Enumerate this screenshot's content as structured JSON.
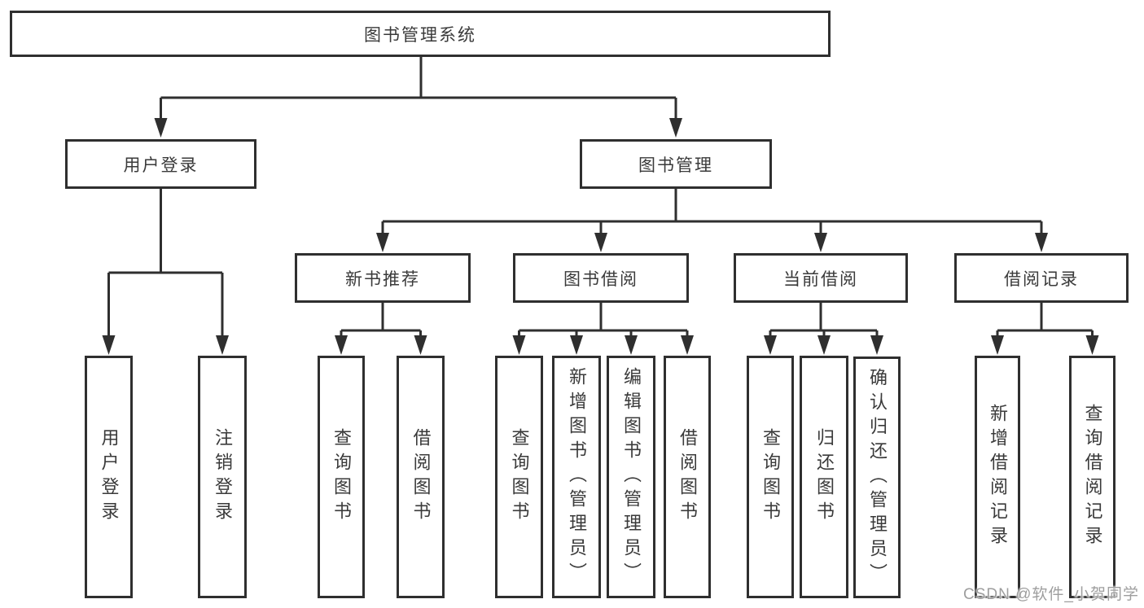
{
  "diagram": {
    "root": {
      "label": "图书管理系统"
    },
    "branches": [
      {
        "label": "用户登录",
        "children": [
          {
            "label": "用户登录"
          },
          {
            "label": "注销登录"
          }
        ]
      },
      {
        "label": "图书管理",
        "children": [
          {
            "label": "新书推荐",
            "children": [
              {
                "label": "查询图书"
              },
              {
                "label": "借阅图书"
              }
            ]
          },
          {
            "label": "图书借阅",
            "children": [
              {
                "label": "查询图书"
              },
              {
                "label": "新增图书（管理员）"
              },
              {
                "label": "编辑图书（管理员）"
              },
              {
                "label": "借阅图书"
              }
            ]
          },
          {
            "label": "当前借阅",
            "children": [
              {
                "label": "查询图书"
              },
              {
                "label": "归还图书"
              },
              {
                "label": "确认归还（管理员）"
              }
            ]
          },
          {
            "label": "借阅记录",
            "children": [
              {
                "label": "新增借阅记录"
              },
              {
                "label": "查询借阅记录"
              }
            ]
          }
        ]
      }
    ]
  },
  "watermark": {
    "text": "CSDN @软件_小贺同学"
  },
  "colors": {
    "line": "#2f2f2f",
    "text": "#3a3a3a",
    "watermark": "#9e9e9e",
    "background": "#ffffff"
  }
}
